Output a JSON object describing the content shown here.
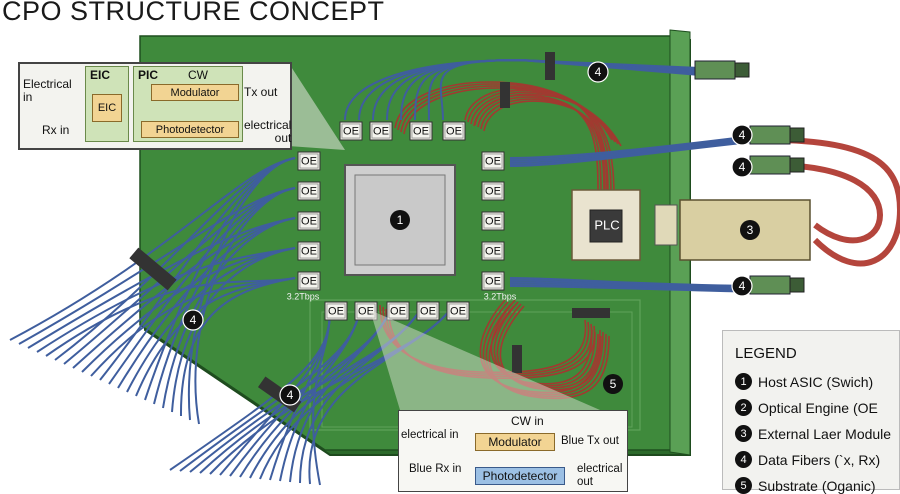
{
  "title": "CPO STRUCTURE CONCEPT",
  "components": {
    "asic_marker": "1",
    "plc_label": "PLC",
    "laser_marker": "3",
    "fiber_marker": "4",
    "substrate_marker": "5",
    "oe_label": "OE",
    "throughput_left": "3.2Tbps",
    "throughput_right": "3.2Tbps"
  },
  "inset_top": {
    "electrical_in": "Electrical\nin",
    "eic_header": "EIC",
    "eic_block": "EIC",
    "pic_header": "PIC",
    "cw": "CW",
    "modulator": "Modulator",
    "tx_out": "Tx out",
    "rx_in": "Rx in",
    "photodetector": "Photodetector",
    "electrical_out": "electrical\nout"
  },
  "inset_bottom": {
    "cw_in": "CW in",
    "electrical_in": "electrical in",
    "modulator": "Modulator",
    "blue_tx_out": "Blue Tx out",
    "blue_rx_in": "Blue Rx in",
    "photodetector": "Photodetector",
    "electrical_out": "electrical\nout"
  },
  "legend": {
    "title": "LEGEND",
    "items": [
      {
        "num": "1",
        "label": "Host ASIC (Swich)"
      },
      {
        "num": "2",
        "label": "Optical Engine (OE"
      },
      {
        "num": "3",
        "label": "External Laer Module"
      },
      {
        "num": "4",
        "label": "Data Fibers (`x, Rx)"
      },
      {
        "num": "5",
        "label": "Substrate (Oganic)"
      }
    ]
  },
  "colors": {
    "substrate": "#3f8a3c",
    "substrate_dark": "#2c6a2b",
    "fiber_blue": "#3f5e9e",
    "fiber_red": "#a13a30",
    "chip": "#c9c9c9",
    "oe_fill": "#e6e6dc",
    "modulator_fill": "#f2d493",
    "photodetector_fill": "#9cc0e4",
    "connector": "#5f8f55"
  }
}
